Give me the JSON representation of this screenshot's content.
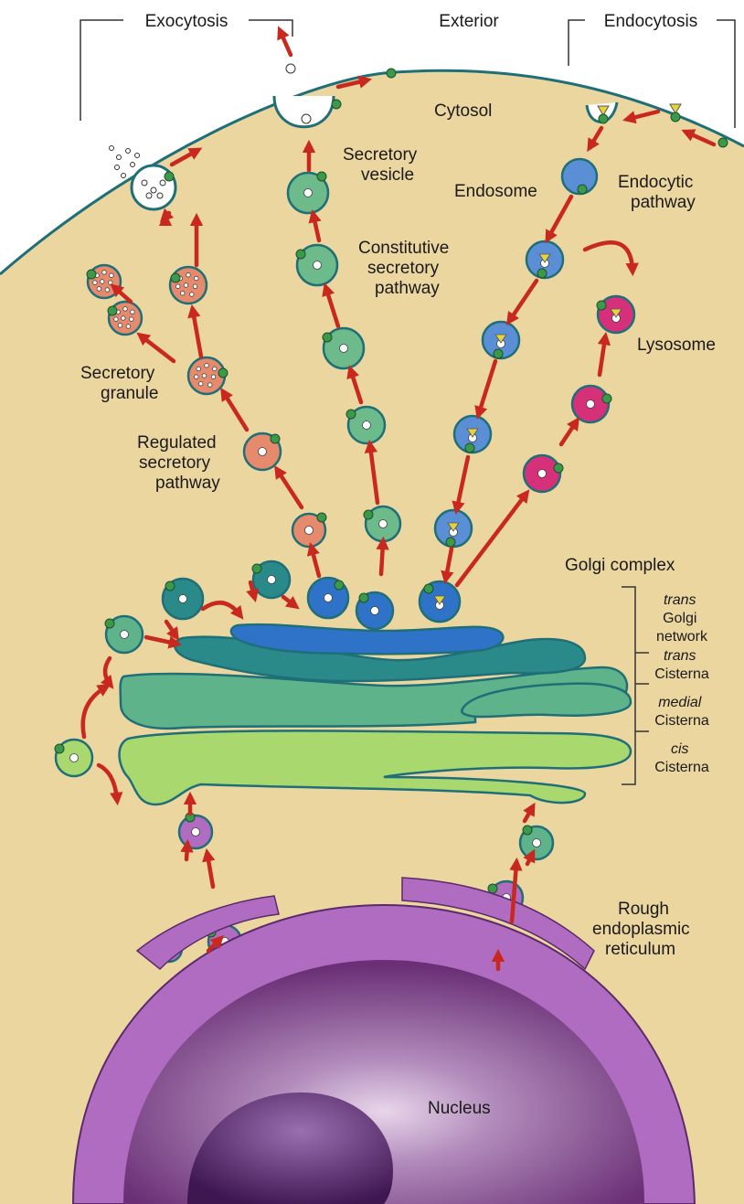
{
  "labels": {
    "exocytosis": "Exocytosis",
    "exterior": "Exterior",
    "endocytosis": "Endocytosis",
    "cytosol": "Cytosol",
    "secretory_vesicle": [
      "Secretory",
      "vesicle"
    ],
    "endosome": "Endosome",
    "endocytic_pathway": [
      "Endocytic",
      "pathway"
    ],
    "constitutive_pathway": [
      "Constitutive",
      "secretory",
      "pathway"
    ],
    "lysosome": "Lysosome",
    "secretory_granule": [
      "Secretory",
      "granule"
    ],
    "regulated_pathway": [
      "Regulated",
      "secretory",
      "pathway"
    ],
    "golgi_complex": "Golgi complex",
    "trans_golgi_network": [
      "trans",
      "Golgi",
      "network"
    ],
    "trans_cisterna": [
      "trans",
      "Cisterna"
    ],
    "medial_cisterna": [
      "medial",
      "Cisterna"
    ],
    "cis_cisterna": [
      "cis",
      "Cisterna"
    ],
    "rough_er": [
      "Rough",
      "endoplasmic",
      "reticulum"
    ],
    "nucleus": "Nucleus"
  },
  "colors": {
    "cytoplasm": "#ecd6a0",
    "membrane": "#1f6f78",
    "arrow": "#c8281e",
    "granule": "#e58a6c",
    "constitutive_vesicle": "#6dbb8a",
    "endosome": "#5a8fd6",
    "lysosome": "#d6307a",
    "receptor": "#3a9a4a",
    "cargo": "#e6d23a",
    "tgn": "#2f73c8",
    "trans_cisterna": "#2a8a8a",
    "medial_cisterna": "#5fb38a",
    "cis_cisterna": "#a9d86e",
    "er": "#b06cc0",
    "nucleus": "#5a2a6a"
  }
}
